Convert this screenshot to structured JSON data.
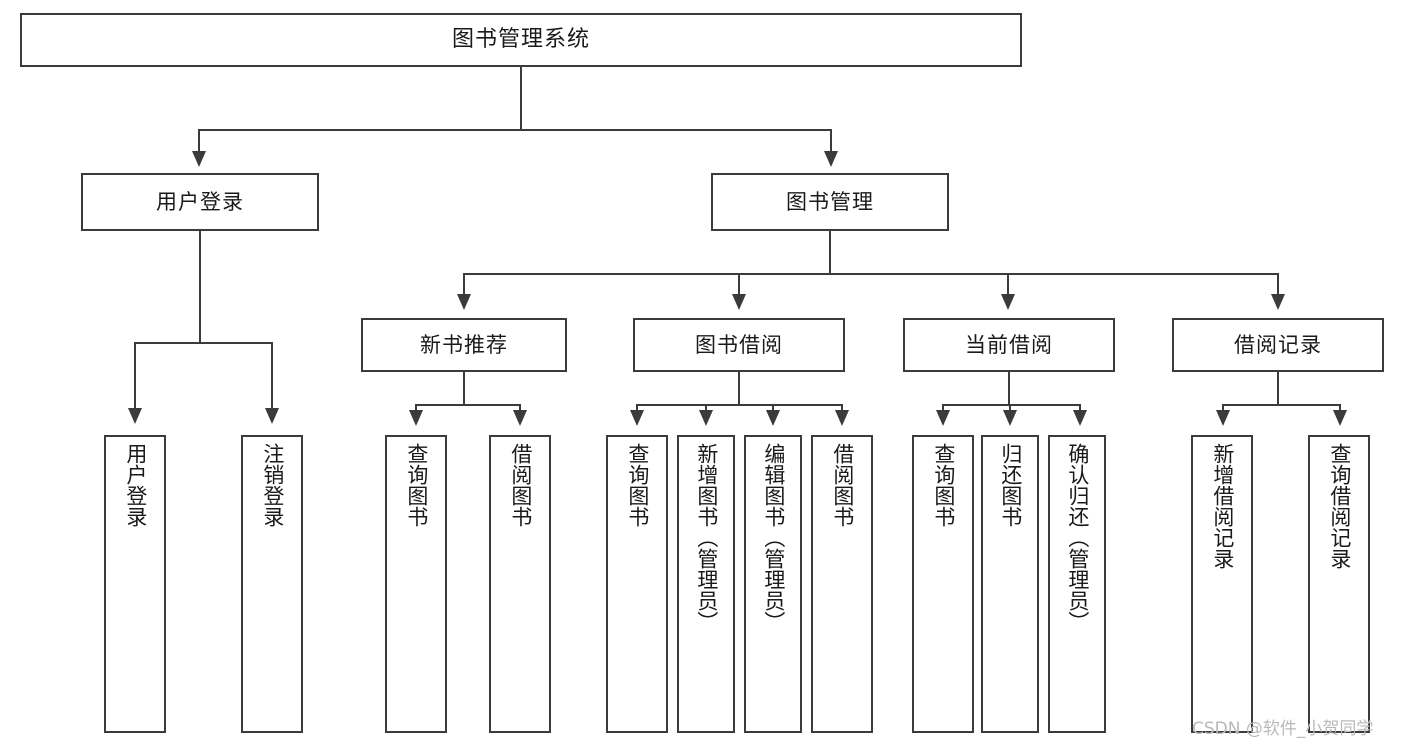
{
  "diagram": {
    "title": "图书管理系统",
    "type": "hierarchy-tree",
    "root": {
      "label": "图书管理系统"
    },
    "level2": [
      {
        "label": "用户登录"
      },
      {
        "label": "图书管理"
      }
    ],
    "level3": [
      {
        "label": "新书推荐"
      },
      {
        "label": "图书借阅"
      },
      {
        "label": "当前借阅"
      },
      {
        "label": "借阅记录"
      }
    ],
    "leaves": {
      "user_login": [
        {
          "label": "用户登录"
        },
        {
          "label": "注销登录"
        }
      ],
      "new_book_recommend": [
        {
          "label": "查询图书"
        },
        {
          "label": "借阅图书"
        }
      ],
      "book_borrow": [
        {
          "label": "查询图书"
        },
        {
          "label": "新增图书（管理员）"
        },
        {
          "label": "编辑图书（管理员）"
        },
        {
          "label": "借阅图书"
        }
      ],
      "current_borrow": [
        {
          "label": "查询图书"
        },
        {
          "label": "归还图书"
        },
        {
          "label": "确认归还（管理员）"
        }
      ],
      "borrow_record": [
        {
          "label": "新增借阅记录"
        },
        {
          "label": "查询借阅记录"
        }
      ]
    }
  },
  "watermark": {
    "text": "CSDN @软件_小贺同学"
  },
  "colors": {
    "stroke": "#3b3b3b",
    "text": "#1a1a1a",
    "background": "#ffffff",
    "watermark": "#b9b9b9"
  }
}
